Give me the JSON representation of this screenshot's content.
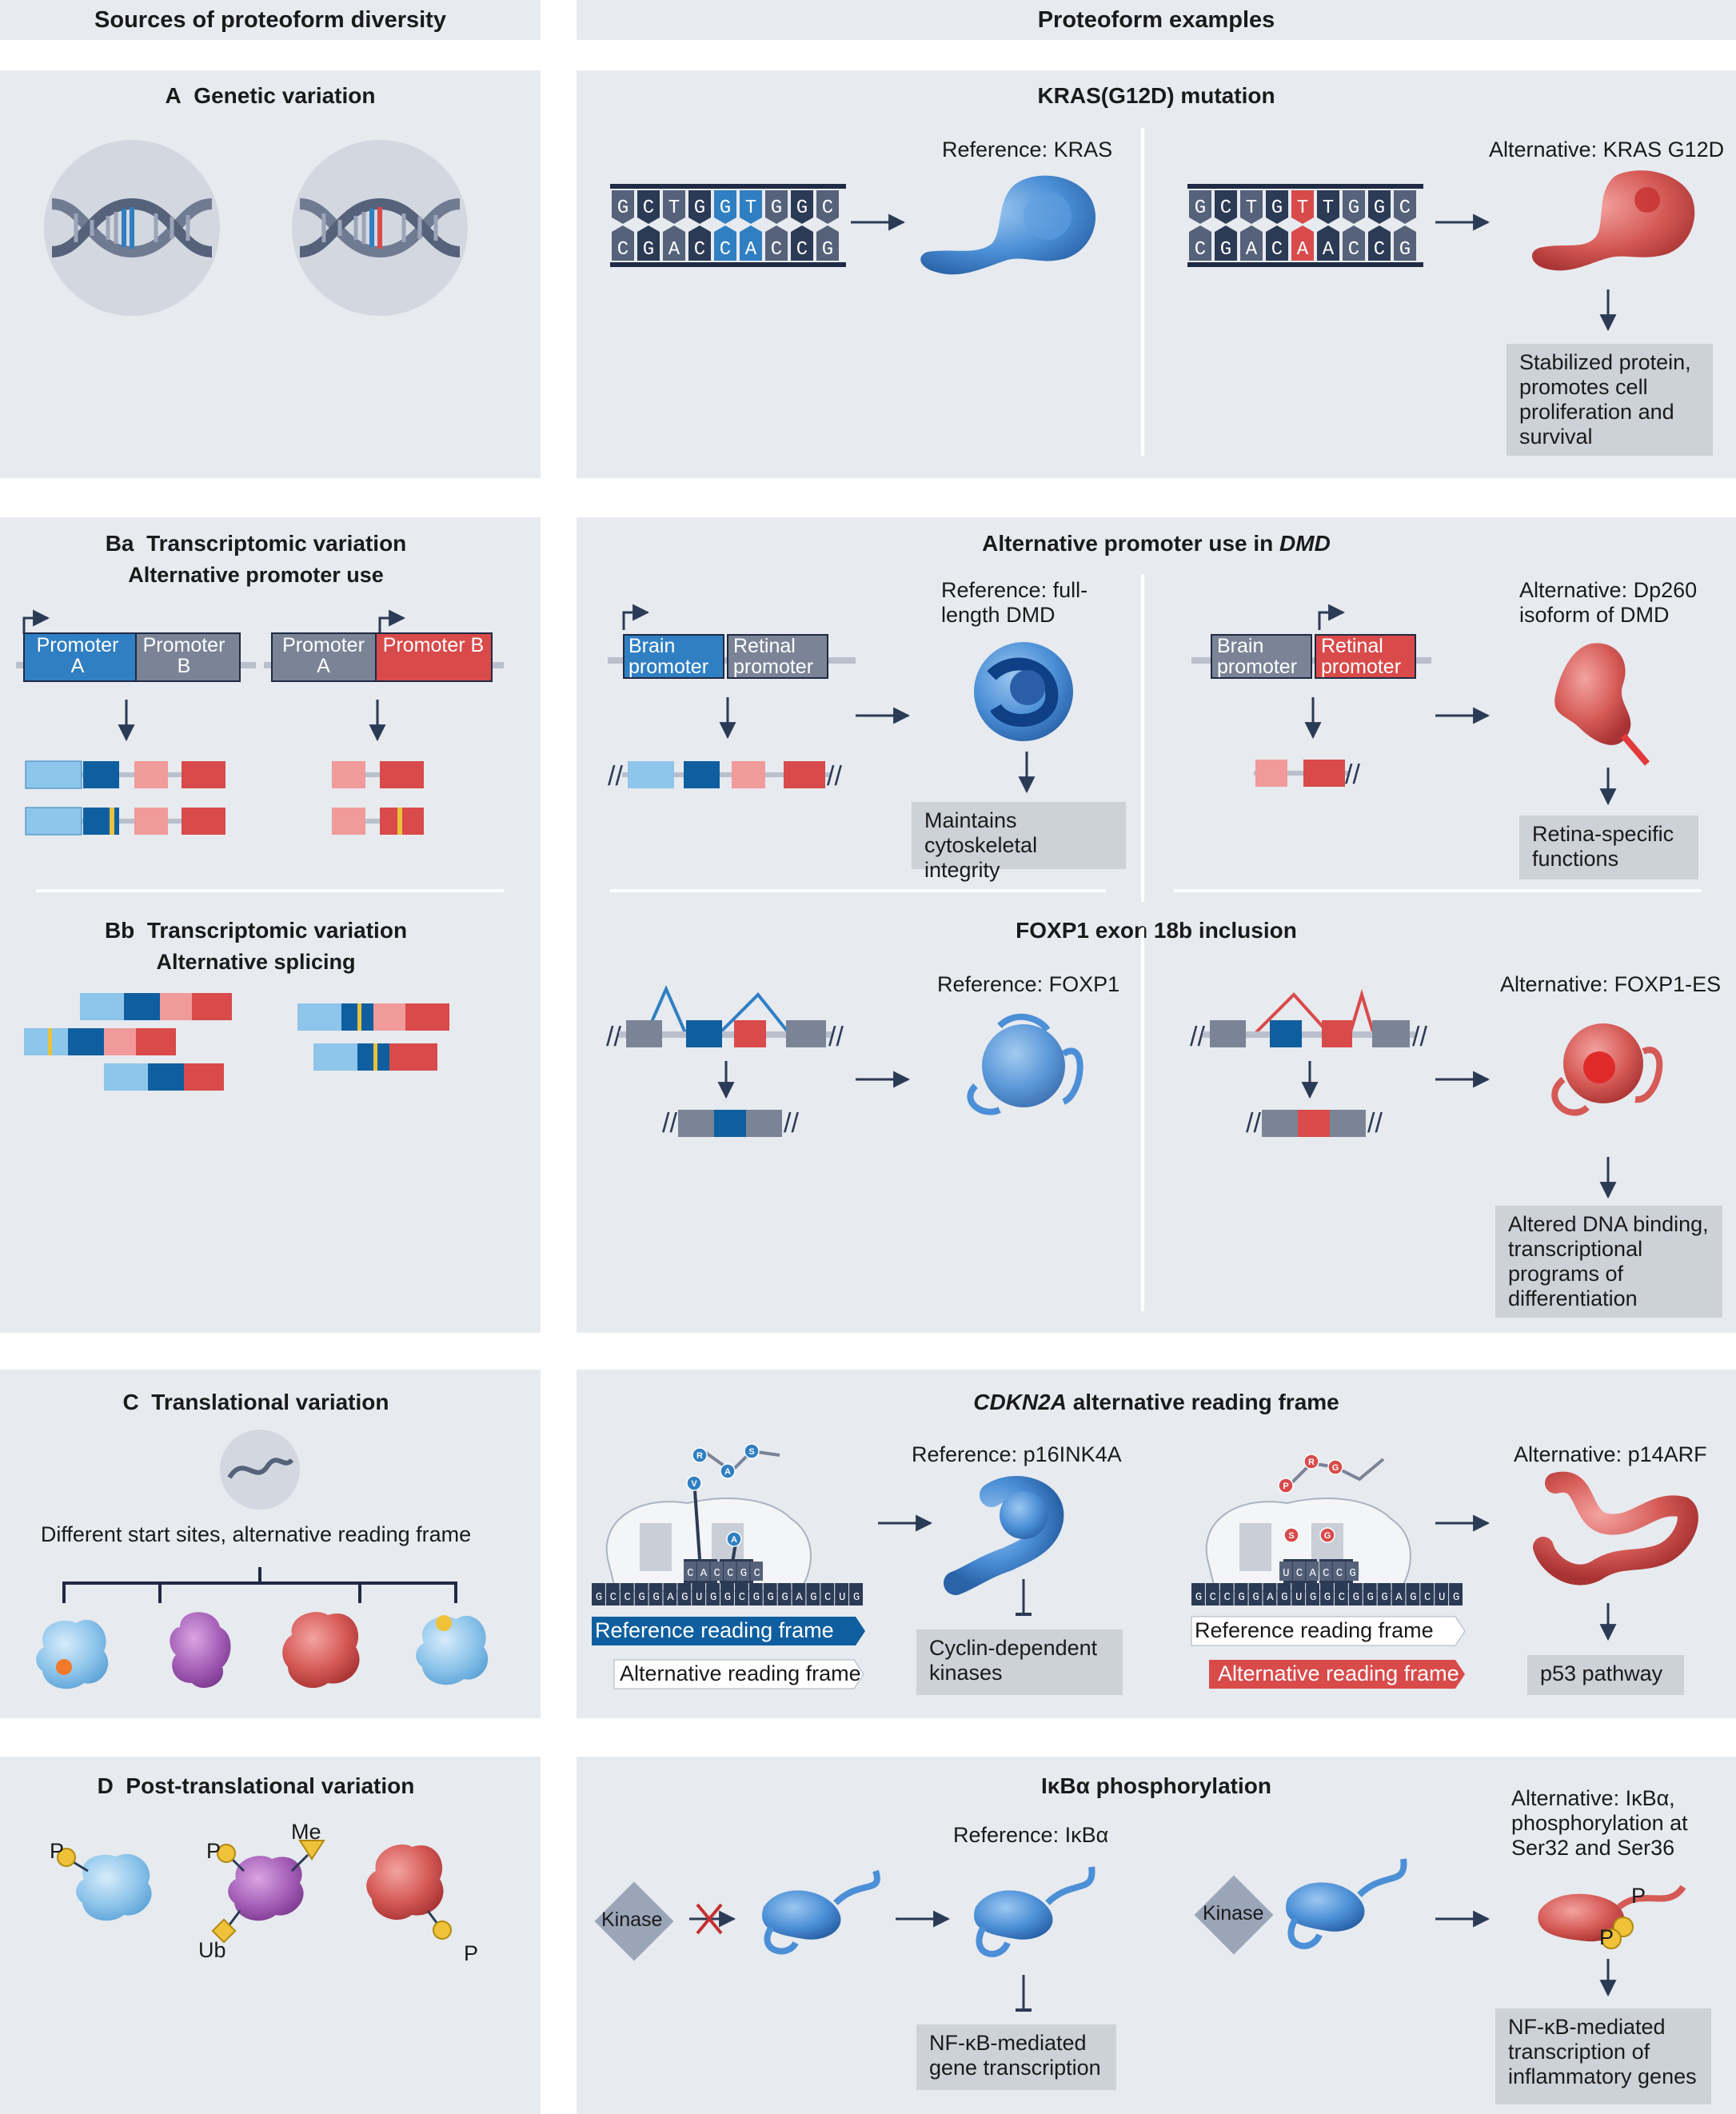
{
  "headers": {
    "left": "Sources of proteoform diversity",
    "right": "Proteoform examples"
  },
  "A": {
    "title_letter": "A",
    "title": "Genetic variation",
    "example_title": "KRAS(G12D) mutation",
    "ref_label": "Reference: KRAS",
    "alt_label": "Alternative: KRAS G12D",
    "ref_top": [
      "G",
      "C",
      "T",
      "G",
      "G",
      "T",
      "G",
      "G",
      "C"
    ],
    "ref_bottom": [
      "C",
      "G",
      "A",
      "C",
      "C",
      "A",
      "C",
      "C",
      "G"
    ],
    "alt_top": [
      "G",
      "C",
      "T",
      "G",
      "T",
      "T",
      "G",
      "G",
      "C"
    ],
    "alt_bottom": [
      "C",
      "G",
      "A",
      "C",
      "A",
      "A",
      "C",
      "C",
      "G"
    ],
    "outcome": "Stabilized protein, promotes cell proliferation and survival"
  },
  "Ba": {
    "title_letter": "Ba",
    "title": "Transcriptomic variation",
    "subtitle": "Alternative promoter use",
    "promoter_a": "Promoter A",
    "promoter_b": "Promoter B",
    "example_title_plain": "Alternative promoter use in ",
    "example_title_italic": "DMD",
    "brain": "Brain promoter",
    "retinal": "Retinal promoter",
    "ref_label": "Reference: full-length DMD",
    "alt_label": "Alternative: Dp260 isoform of DMD",
    "ref_outcome": "Maintains cytoskeletal integrity",
    "alt_outcome": "Retina-specific functions"
  },
  "Bb": {
    "title_letter": "Bb",
    "title": "Transcriptomic variation",
    "subtitle": "Alternative splicing",
    "example_title": "FOXP1 exon 18b inclusion",
    "ref_label": "Reference: FOXP1",
    "alt_label": "Alternative: FOXP1-ES",
    "outcome": "Altered DNA binding, transcriptional programs of differentiation"
  },
  "C": {
    "title_letter": "C",
    "title": "Translational variation",
    "caption": "Different start sites, alternative reading frame",
    "example_title_italic": "CDKN2A",
    "example_title_plain": " alternative reading frame",
    "ref_label": "Reference: p16INK4A",
    "alt_label": "Alternative: p14ARF",
    "ref_frame": "Reference reading frame",
    "alt_frame": "Alternative reading frame",
    "ref_outcome": "Cyclin-dependent kinases",
    "alt_outcome": "p53 pathway",
    "mrna": "GCCGGAGUGGCGGGAGCUG",
    "codon_ref": "CACCGC",
    "codon_alt": "UCACCG",
    "aa_ref": [
      "R",
      "A",
      "S",
      "V",
      "A"
    ],
    "aa_alt": [
      "P",
      "R",
      "G",
      "S",
      "G"
    ]
  },
  "D": {
    "title_letter": "D",
    "title": "Post-translational variation",
    "mods": {
      "p": "P",
      "me": "Me",
      "ub": "Ub"
    },
    "example_title": "IκBα phosphorylation",
    "ref_label": "Reference: IκBα",
    "alt_label": "Alternative: IκBα, phosphorylation at Ser32 and Ser36",
    "kinase": "Kinase",
    "ref_outcome": "NF-κB-mediated gene transcription",
    "alt_outcome": "NF-κB-mediated transcription of inflammatory genes"
  },
  "colors": {
    "blue": "#2f7fc2",
    "dark_blue": "#0f5fa0",
    "light_blue": "#8ec5ea",
    "red": "#d94a4a",
    "light_red": "#f09a9a",
    "grey": "#7a8496",
    "panel": "#e7eaef",
    "box": "#cdd1d8",
    "navy": "#1f2a44"
  }
}
